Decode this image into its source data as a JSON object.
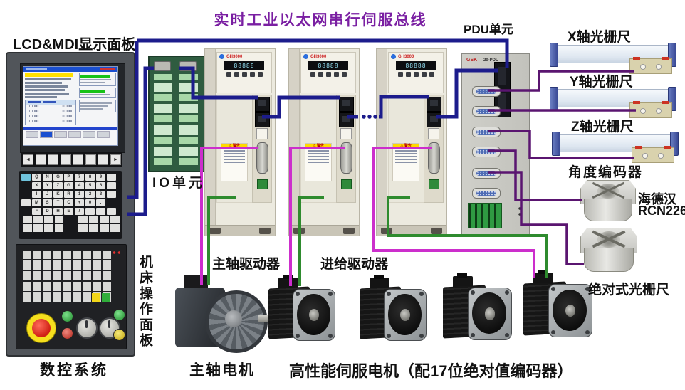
{
  "title": "实时工业以太网串行伺服总线",
  "colors": {
    "bus_cable": "#1c1c8c",
    "pdu_encoder_cable": "#5a1570",
    "feedback_cable": "#cc2ecc",
    "power_cable": "#2e8b2e",
    "title_text": "#7a1fa2"
  },
  "cnc": {
    "display_label": "LCD&MDI显示面板",
    "op_panel_label": "机床操作面板",
    "system_label": "数控系统",
    "softkeys": {
      "left": "◄",
      "right": "►"
    },
    "screen": {
      "value": "0.0000"
    },
    "keyboard": {
      "rows": [
        [
          "Q",
          "N",
          "G",
          "P",
          "7",
          "8",
          "9",
          ""
        ],
        [
          "X",
          "Y",
          "Z",
          "G",
          "4",
          "5",
          "6",
          ""
        ],
        [
          "I",
          "J",
          "K",
          "R",
          "1",
          "2",
          "3",
          ""
        ],
        [
          "M",
          "S",
          "T",
          "C",
          "+",
          "0",
          ".",
          ""
        ],
        [
          "F",
          "D",
          "H",
          "E",
          "/",
          ";",
          "",
          ""
        ]
      ]
    }
  },
  "io_unit": {
    "label": "IO单元"
  },
  "drives": {
    "brand": "GH3000",
    "display": "88888",
    "warning": "⚠ 警告",
    "spindle_drive_label": "主轴驱动器",
    "feed_drive_label": "进给驱动器"
  },
  "pdu": {
    "label": "PDU单元",
    "brand": "GSK",
    "model": "29-PDU"
  },
  "scales": {
    "x_label": "X轴光栅尺",
    "y_label": "Y轴光栅尺",
    "z_label": "Z轴光栅尺"
  },
  "encoders": {
    "angle_label": "角度编码器",
    "brand": "海德汉",
    "model": "RCN226",
    "absolute_label": "绝对式光栅尺"
  },
  "motors": {
    "spindle_label": "主轴电机",
    "servo_label": "高性能伺服电机（配17位绝对值编码器）"
  }
}
